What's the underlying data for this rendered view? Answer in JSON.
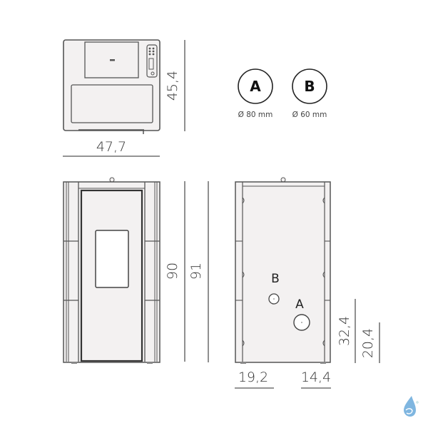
{
  "diagram": {
    "type": "technical-drawing",
    "subject": "pellet stove dimensions",
    "units": "cm",
    "top_view": {
      "width_label": "47,7",
      "depth_label": "45,4"
    },
    "front_view": {
      "body_height_label": "90",
      "total_height_label": "91"
    },
    "rear_view": {
      "outlet_a_label": "A",
      "outlet_b_label": "B",
      "outlet_a_height_label": "20,4",
      "outlet_b_height_label": "32,4",
      "outlet_b_offset_label": "19,2",
      "outlet_a_offset_label": "14,4"
    },
    "legend": [
      {
        "letter": "A",
        "caption": "Ø 80 mm"
      },
      {
        "letter": "B",
        "caption": "Ø 60 mm"
      }
    ],
    "colors": {
      "line": "#555555",
      "fill": "#f2f0f0",
      "logo": "#7fb6e0"
    }
  }
}
